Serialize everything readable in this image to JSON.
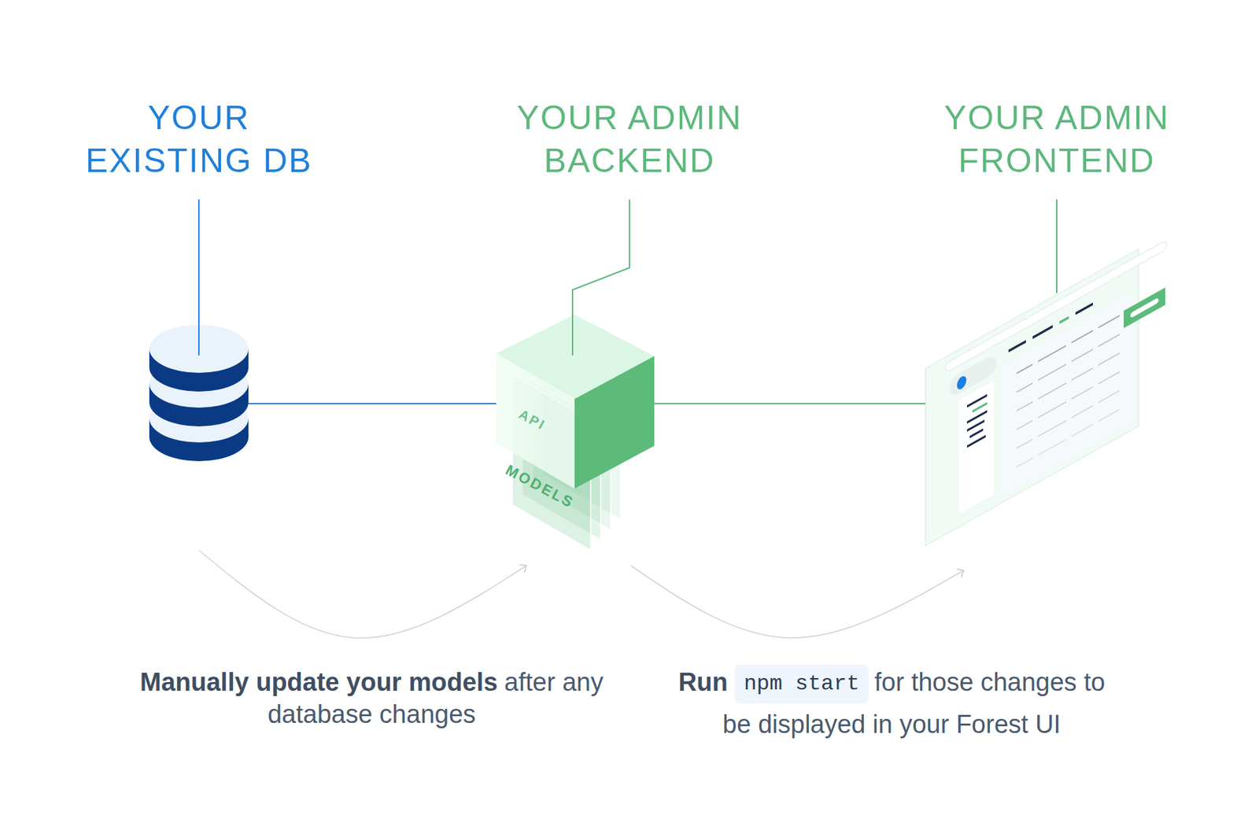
{
  "diagram": {
    "nodes": [
      {
        "text": [
          "YOUR EXISTING DB"
        ]
      },
      {
        "text": [
          "YOUR ADMIN BACKEND",
          "API",
          "MODELS"
        ]
      },
      {
        "text": [
          "YOUR ADMIN FRONTEND"
        ]
      }
    ],
    "edges": [
      {
        "from": 0,
        "to": 1,
        "arrow": "none"
      },
      {
        "from": 1,
        "to": 2,
        "arrow": "none"
      },
      {
        "from": 0,
        "to": 1,
        "arrow": "to"
      },
      {
        "from": 1,
        "to": 2,
        "arrow": "to"
      }
    ],
    "labels": [
      "Manually update your models",
      "after any database changes",
      "Run",
      "npm start",
      "for those changes to be displayed in your Forest UI"
    ]
  }
}
